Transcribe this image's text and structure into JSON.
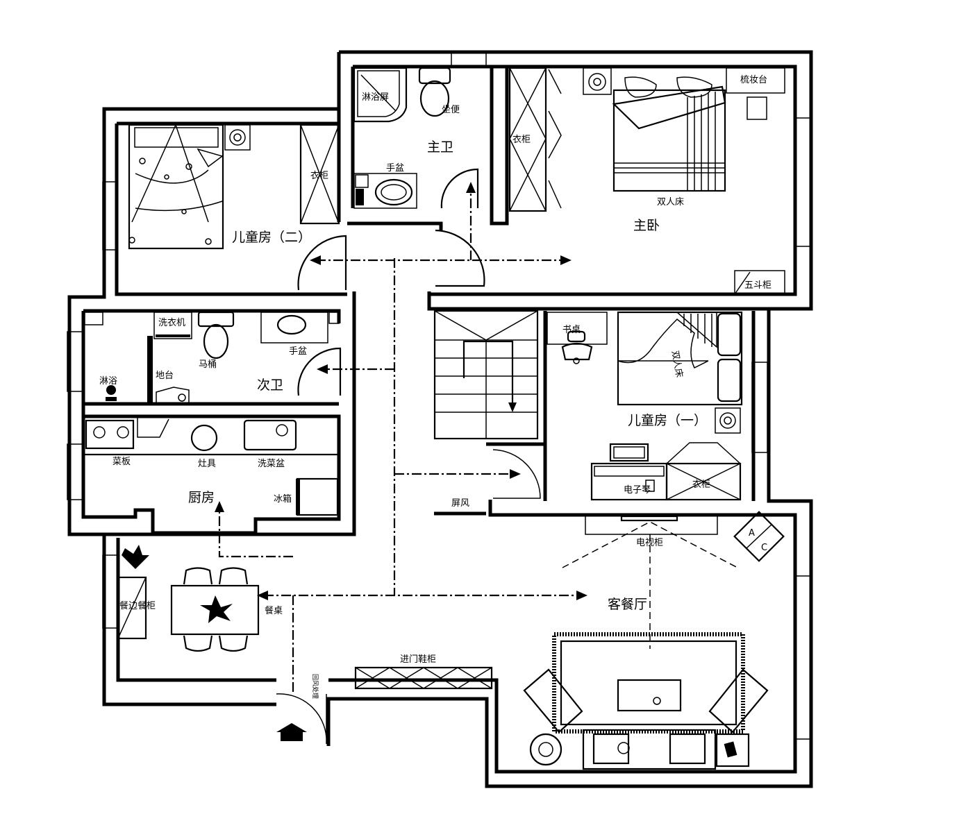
{
  "rooms": {
    "child2": "儿童房（二）",
    "master_bath": "主卫",
    "master_bed": "主卧",
    "second_bath": "次卫",
    "child1": "儿童房（一）",
    "kitchen": "厨房",
    "living_dining": "客餐厅"
  },
  "furniture": {
    "shower_screen": "淋浴屏",
    "toilet_master": "坐便",
    "basin_master": "手盆",
    "wardrobe_master": "衣柜",
    "dressing_table": "梳妆台",
    "double_bed_master": "双人床",
    "chest_five": "五斗柜",
    "wardrobe_child2": "衣柜",
    "washer": "洗衣机",
    "toilet_second": "马桶",
    "basin_second": "手盆",
    "shower": "淋浴",
    "floor_drain": "地台",
    "desk": "书桌",
    "double_bed_child1": "双人床",
    "electronic_piano": "电子琴",
    "wardrobe_child1": "衣柜",
    "cutting_board": "菜板",
    "stove": "灶具",
    "sink": "洗菜盆",
    "fridge": "冰箱",
    "screen": "屏风",
    "tv_cabinet": "电视柜",
    "sideboard": "餐边餐柜",
    "dining_table": "餐桌",
    "shoe_cabinet": "进门鞋柜",
    "entry_note": "回风处理",
    "ac_a": "A",
    "ac_c": "C"
  }
}
